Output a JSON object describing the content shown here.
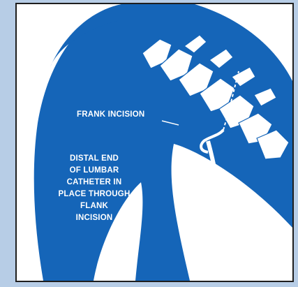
{
  "labels": {
    "incision": "FRANK INCISION",
    "catheter_lines": [
      "DISTAL END",
      "OF LUMBAR",
      "CATHETER IN",
      "PLACE THROUGH",
      "FLANK",
      "INCISION"
    ]
  },
  "colors": {
    "background": "#b7cde6",
    "figure_blue": "#1565b8",
    "frame_border": "#1e1e1e",
    "label_text": "#ffffff"
  }
}
